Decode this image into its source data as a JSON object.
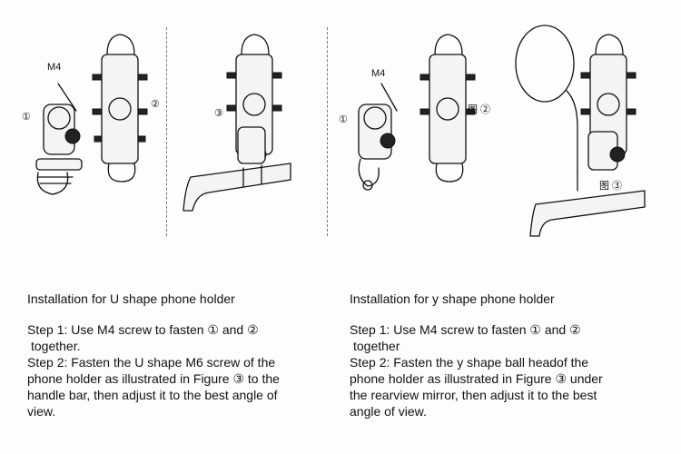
{
  "figures": {
    "fig1": {
      "screw_label": "M4",
      "marker_a": "①",
      "marker_b": "②"
    },
    "fig2": {
      "marker": "③"
    },
    "fig3": {
      "screw_label": "M4",
      "marker_a": "①",
      "marker_b": "图 ②"
    },
    "fig4": {
      "marker": "图 ③"
    }
  },
  "left_column": {
    "heading": "Installation for U shape phone holder",
    "step1_line1": "Step 1: Use M4 screw to fasten ①  and ②",
    "step1_line2": "together.",
    "step2_line1": "Step 2: Fasten the U shape M6 screw of the",
    "step2_line2": "phone holder as illustrated in Figure ③ to the",
    "step2_line3": "handle bar, then adjust it to the best angle of",
    "step2_line4": "view."
  },
  "right_column": {
    "heading": "Installation for y shape phone holder",
    "step1_line1": "Step 1: Use M4 screw to fasten ① and ②",
    "step1_line2": "together",
    "step2_line1": "Step 2: Fasten the y shape ball headof the",
    "step2_line2": "phone holder as illustrated in Figure ③ under",
    "step2_line3": "the rearview mirror, then adjust it to the best",
    "step2_line4": "angle of view."
  }
}
